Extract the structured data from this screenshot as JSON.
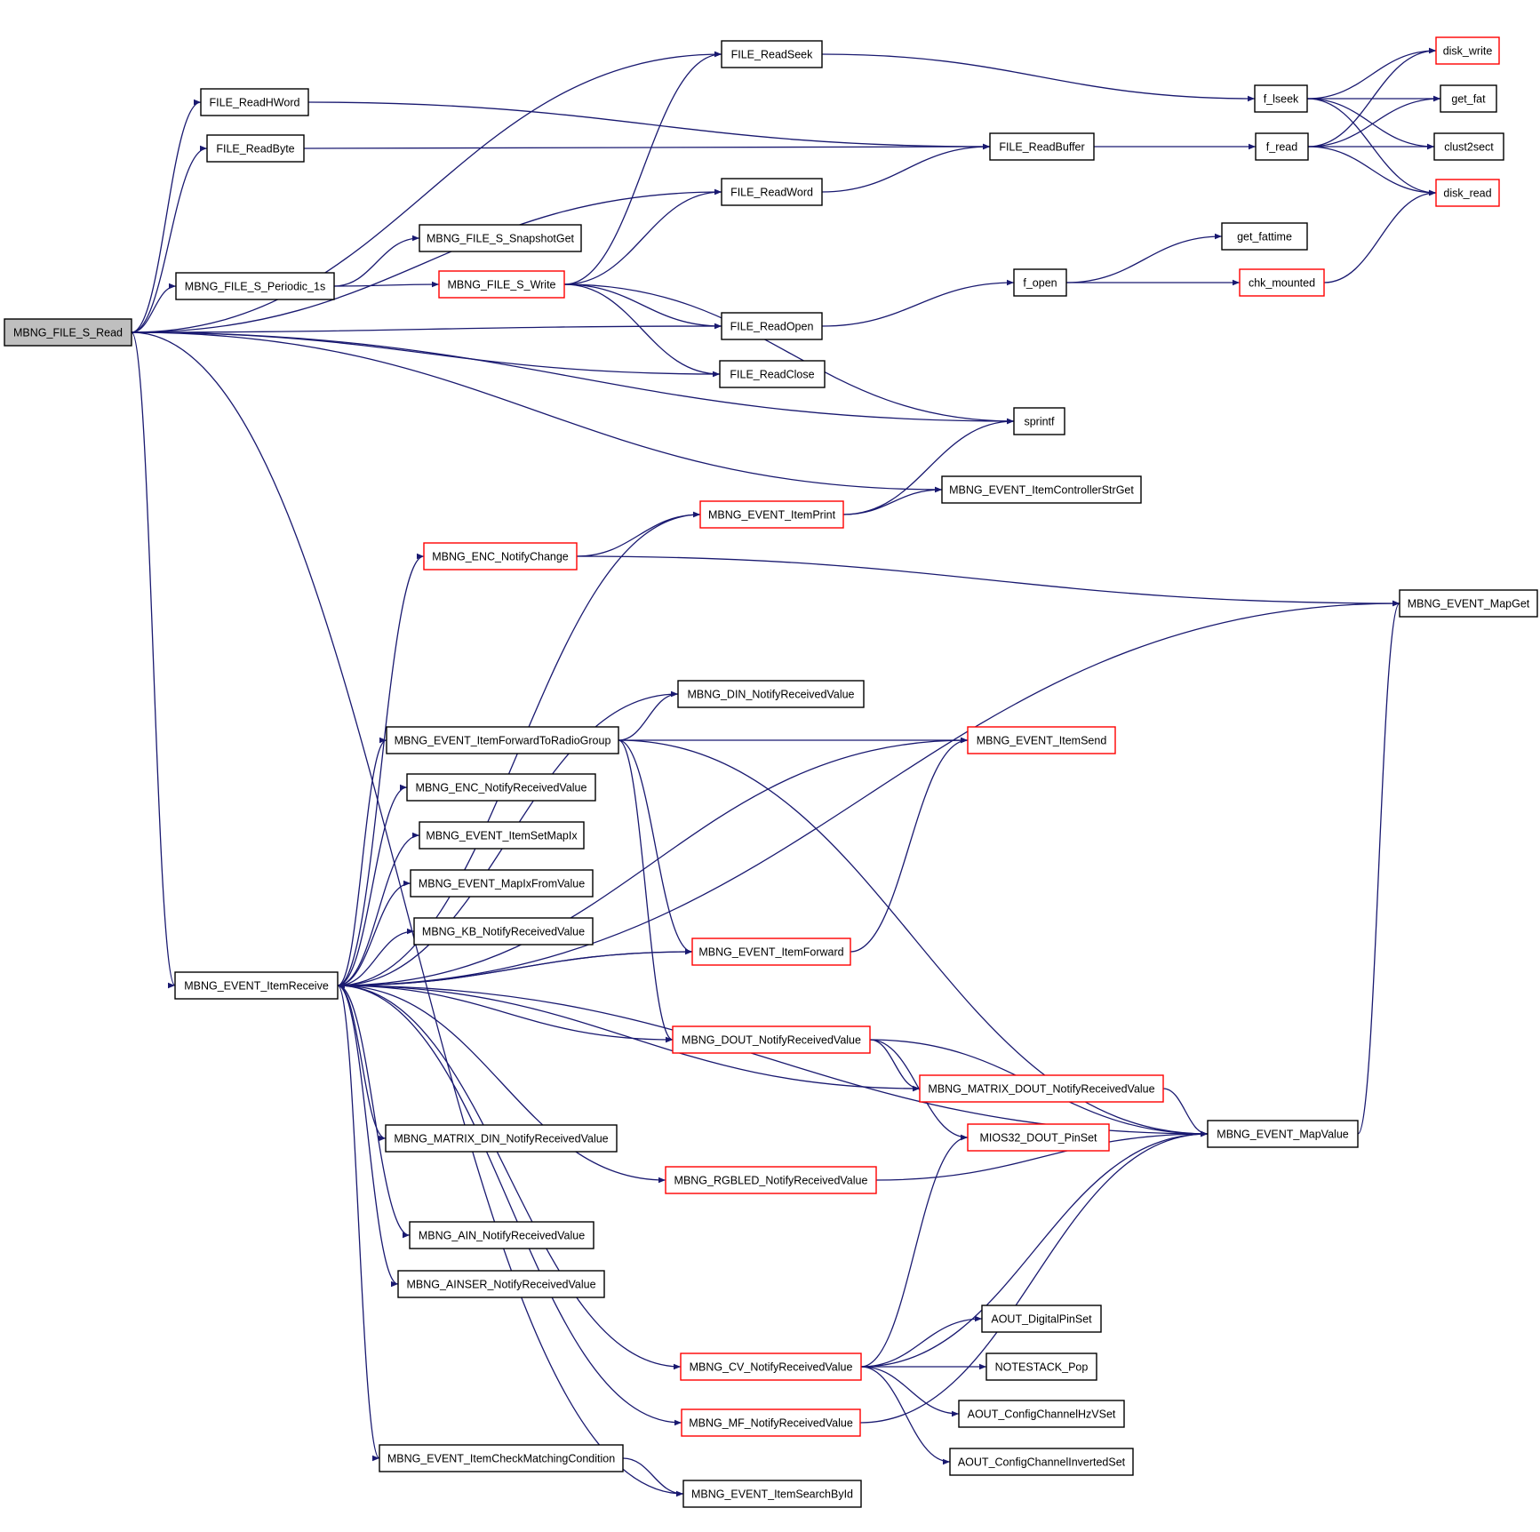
{
  "nodes": [
    {
      "id": "read",
      "label": "MBNG_FILE_S_Read",
      "style": "root"
    },
    {
      "id": "readseek",
      "label": "FILE_ReadSeek",
      "style": "black"
    },
    {
      "id": "readhword",
      "label": "FILE_ReadHWord",
      "style": "black"
    },
    {
      "id": "readbyte",
      "label": "FILE_ReadByte",
      "style": "black"
    },
    {
      "id": "readbuffer",
      "label": "FILE_ReadBuffer",
      "style": "black"
    },
    {
      "id": "readword",
      "label": "FILE_ReadWord",
      "style": "black"
    },
    {
      "id": "snapshotget",
      "label": "MBNG_FILE_S_SnapshotGet",
      "style": "black"
    },
    {
      "id": "periodic",
      "label": "MBNG_FILE_S_Periodic_1s",
      "style": "black"
    },
    {
      "id": "write",
      "label": "MBNG_FILE_S_Write",
      "style": "red"
    },
    {
      "id": "readopen",
      "label": "FILE_ReadOpen",
      "style": "black"
    },
    {
      "id": "readclose",
      "label": "FILE_ReadClose",
      "style": "black"
    },
    {
      "id": "sprintf",
      "label": "sprintf",
      "style": "black"
    },
    {
      "id": "ctrlstrget",
      "label": "MBNG_EVENT_ItemControllerStrGet",
      "style": "black"
    },
    {
      "id": "itemprint",
      "label": "MBNG_EVENT_ItemPrint",
      "style": "red"
    },
    {
      "id": "encnotify",
      "label": "MBNG_ENC_NotifyChange",
      "style": "red"
    },
    {
      "id": "mapget",
      "label": "MBNG_EVENT_MapGet",
      "style": "black"
    },
    {
      "id": "dinnotify",
      "label": "MBNG_DIN_NotifyReceivedValue",
      "style": "black"
    },
    {
      "id": "fwdradio",
      "label": "MBNG_EVENT_ItemForwardToRadioGroup",
      "style": "black"
    },
    {
      "id": "itemsend",
      "label": "MBNG_EVENT_ItemSend",
      "style": "red"
    },
    {
      "id": "encrecv",
      "label": "MBNG_ENC_NotifyReceivedValue",
      "style": "black"
    },
    {
      "id": "setmapix",
      "label": "MBNG_EVENT_ItemSetMapIx",
      "style": "black"
    },
    {
      "id": "mapixfrom",
      "label": "MBNG_EVENT_MapIxFromValue",
      "style": "black"
    },
    {
      "id": "kbnotify",
      "label": "MBNG_KB_NotifyReceivedValue",
      "style": "black"
    },
    {
      "id": "itemfwd",
      "label": "MBNG_EVENT_ItemForward",
      "style": "red"
    },
    {
      "id": "itemrecv",
      "label": "MBNG_EVENT_ItemReceive",
      "style": "black"
    },
    {
      "id": "doutnotify",
      "label": "MBNG_DOUT_NotifyReceivedValue",
      "style": "red"
    },
    {
      "id": "mdoutnotify",
      "label": "MBNG_MATRIX_DOUT_NotifyReceivedValue",
      "style": "red"
    },
    {
      "id": "mdinnotify",
      "label": "MBNG_MATRIX_DIN_NotifyReceivedValue",
      "style": "black"
    },
    {
      "id": "pinset",
      "label": "MIOS32_DOUT_PinSet",
      "style": "red"
    },
    {
      "id": "mapvalue",
      "label": "MBNG_EVENT_MapValue",
      "style": "black"
    },
    {
      "id": "rgbnotify",
      "label": "MBNG_RGBLED_NotifyReceivedValue",
      "style": "red"
    },
    {
      "id": "ainnotify",
      "label": "MBNG_AIN_NotifyReceivedValue",
      "style": "black"
    },
    {
      "id": "ainsernotify",
      "label": "MBNG_AINSER_NotifyReceivedValue",
      "style": "black"
    },
    {
      "id": "digitalpin",
      "label": "AOUT_DigitalPinSet",
      "style": "black"
    },
    {
      "id": "cvnotify",
      "label": "MBNG_CV_NotifyReceivedValue",
      "style": "red"
    },
    {
      "id": "notestackpop",
      "label": "NOTESTACK_Pop",
      "style": "black"
    },
    {
      "id": "hzvset",
      "label": "AOUT_ConfigChannelHzVSet",
      "style": "black"
    },
    {
      "id": "mfnotify",
      "label": "MBNG_MF_NotifyReceivedValue",
      "style": "red"
    },
    {
      "id": "invset",
      "label": "AOUT_ConfigChannelInvertedSet",
      "style": "black"
    },
    {
      "id": "checkcond",
      "label": "MBNG_EVENT_ItemCheckMatchingCondition",
      "style": "black"
    },
    {
      "id": "searchbyid",
      "label": "MBNG_EVENT_ItemSearchById",
      "style": "black"
    },
    {
      "id": "flseek",
      "label": "f_lseek",
      "style": "black"
    },
    {
      "id": "fread",
      "label": "f_read",
      "style": "black"
    },
    {
      "id": "diskwrite",
      "label": "disk_write",
      "style": "red"
    },
    {
      "id": "getfat",
      "label": "get_fat",
      "style": "black"
    },
    {
      "id": "clust2sect",
      "label": "clust2sect",
      "style": "black"
    },
    {
      "id": "diskread",
      "label": "disk_read",
      "style": "red"
    },
    {
      "id": "getfattime",
      "label": "get_fattime",
      "style": "black"
    },
    {
      "id": "fopen",
      "label": "f_open",
      "style": "black"
    },
    {
      "id": "chkmounted",
      "label": "chk_mounted",
      "style": "red"
    }
  ],
  "edges": [
    [
      "read",
      "readseek"
    ],
    [
      "read",
      "readhword"
    ],
    [
      "read",
      "readbyte"
    ],
    [
      "read",
      "readword"
    ],
    [
      "read",
      "periodic"
    ],
    [
      "read",
      "readopen"
    ],
    [
      "read",
      "readclose"
    ],
    [
      "read",
      "sprintf"
    ],
    [
      "read",
      "ctrlstrget"
    ],
    [
      "read",
      "itemrecv"
    ],
    [
      "read",
      "searchbyid"
    ],
    [
      "readhword",
      "readbuffer"
    ],
    [
      "readbyte",
      "readbuffer"
    ],
    [
      "readword",
      "readbuffer"
    ],
    [
      "readseek",
      "flseek"
    ],
    [
      "readbuffer",
      "fread"
    ],
    [
      "readopen",
      "fopen"
    ],
    [
      "periodic",
      "snapshotget"
    ],
    [
      "periodic",
      "write"
    ],
    [
      "write",
      "readseek"
    ],
    [
      "write",
      "readword"
    ],
    [
      "write",
      "readopen"
    ],
    [
      "write",
      "readclose"
    ],
    [
      "write",
      "sprintf"
    ],
    [
      "flseek",
      "diskwrite"
    ],
    [
      "flseek",
      "getfat"
    ],
    [
      "flseek",
      "clust2sect"
    ],
    [
      "flseek",
      "diskread"
    ],
    [
      "fread",
      "diskwrite"
    ],
    [
      "fread",
      "getfat"
    ],
    [
      "fread",
      "clust2sect"
    ],
    [
      "fread",
      "diskread"
    ],
    [
      "fopen",
      "getfattime"
    ],
    [
      "fopen",
      "chkmounted"
    ],
    [
      "chkmounted",
      "diskread"
    ],
    [
      "itemprint",
      "sprintf"
    ],
    [
      "itemprint",
      "ctrlstrget"
    ],
    [
      "encnotify",
      "itemprint"
    ],
    [
      "encnotify",
      "mapget"
    ],
    [
      "itemrecv",
      "itemprint"
    ],
    [
      "itemrecv",
      "encnotify"
    ],
    [
      "itemrecv",
      "mapget"
    ],
    [
      "itemrecv",
      "dinnotify"
    ],
    [
      "itemrecv",
      "itemsend"
    ],
    [
      "itemrecv",
      "fwdradio"
    ],
    [
      "itemrecv",
      "encrecv"
    ],
    [
      "itemrecv",
      "setmapix"
    ],
    [
      "itemrecv",
      "mapixfrom"
    ],
    [
      "itemrecv",
      "kbnotify"
    ],
    [
      "itemrecv",
      "itemfwd"
    ],
    [
      "itemrecv",
      "doutnotify"
    ],
    [
      "itemrecv",
      "mdoutnotify"
    ],
    [
      "itemrecv",
      "mdinnotify"
    ],
    [
      "itemrecv",
      "rgbnotify"
    ],
    [
      "itemrecv",
      "ainnotify"
    ],
    [
      "itemrecv",
      "ainsernotify"
    ],
    [
      "itemrecv",
      "mapvalue"
    ],
    [
      "itemrecv",
      "cvnotify"
    ],
    [
      "itemrecv",
      "mfnotify"
    ],
    [
      "itemrecv",
      "checkcond"
    ],
    [
      "fwdradio",
      "dinnotify"
    ],
    [
      "fwdradio",
      "itemsend"
    ],
    [
      "fwdradio",
      "mapvalue"
    ],
    [
      "fwdradio",
      "itemfwd"
    ],
    [
      "fwdradio",
      "doutnotify"
    ],
    [
      "itemfwd",
      "itemsend"
    ],
    [
      "itemfwd",
      "itemrecv"
    ],
    [
      "doutnotify",
      "mdoutnotify"
    ],
    [
      "doutnotify",
      "pinset"
    ],
    [
      "doutnotify",
      "mapvalue"
    ],
    [
      "mdoutnotify",
      "mapvalue"
    ],
    [
      "rgbnotify",
      "mapvalue"
    ],
    [
      "mapvalue",
      "mapget"
    ],
    [
      "cvnotify",
      "pinset"
    ],
    [
      "cvnotify",
      "mapvalue"
    ],
    [
      "cvnotify",
      "digitalpin"
    ],
    [
      "cvnotify",
      "notestackpop"
    ],
    [
      "cvnotify",
      "hzvset"
    ],
    [
      "cvnotify",
      "invset"
    ],
    [
      "mfnotify",
      "mapvalue"
    ],
    [
      "checkcond",
      "searchbyid"
    ]
  ]
}
